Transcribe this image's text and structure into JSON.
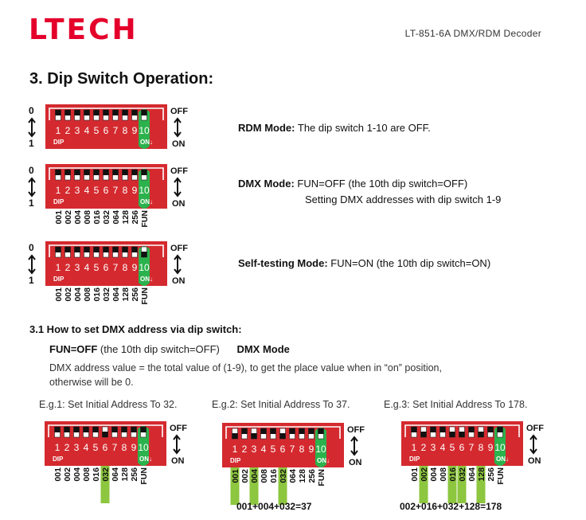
{
  "header": {
    "logo": "LTECH",
    "product": "LT-851-6A DMX/RDM Decoder"
  },
  "section": {
    "title": "3.  Dip Switch Operation:"
  },
  "switch_labels": {
    "zero": "0",
    "one": "1",
    "off": "OFF",
    "on": "ON",
    "dip": "DIP",
    "on_arrow": "ON↓",
    "numbers": [
      "1",
      "2",
      "3",
      "4",
      "5",
      "6",
      "7",
      "8",
      "9",
      "10"
    ],
    "values": [
      "001",
      "002",
      "004",
      "008",
      "016",
      "032",
      "064",
      "128",
      "256",
      "FUN"
    ]
  },
  "modes": [
    {
      "name": "RDM Mode:",
      "lines": [
        "The dip switch 1-10 are OFF."
      ]
    },
    {
      "name": "DMX Mode:",
      "lines": [
        "FUN=OFF (the 10th dip switch=OFF)",
        "Setting DMX addresses with dip switch 1-9"
      ]
    },
    {
      "name": "Self-testing Mode:",
      "lines": [
        "FUN=ON (the 10th dip switch=ON)"
      ]
    }
  ],
  "subsection": {
    "title": "3.1  How to set DMX address via dip switch:",
    "fun_bold": "FUN=OFF",
    "fun_rest": " (the 10th dip switch=OFF)",
    "dmx_mode": "DMX Mode",
    "desc_line1": "DMX address value  =  the total value of (1-9), to get the place value when in “on” position,",
    "desc_line2": "otherwise will be 0."
  },
  "examples": [
    {
      "label": "E.g.1: Set Initial Address To 32.",
      "on_switches": [
        6
      ],
      "formula": ""
    },
    {
      "label": "E.g.2: Set Initial Address To 37.",
      "on_switches": [
        1,
        3,
        6
      ],
      "formula": "001+004+032=37"
    },
    {
      "label": "E.g.3: Set Initial Address To 178.",
      "on_switches": [
        2,
        5,
        6,
        8
      ],
      "formula": "002+016+032+128=178"
    }
  ],
  "colors": {
    "brand_red": "#e4002b",
    "switch_red": "#d42a2f",
    "highlight_green": "#8dc63f",
    "fun_green": "#2bb24c"
  }
}
